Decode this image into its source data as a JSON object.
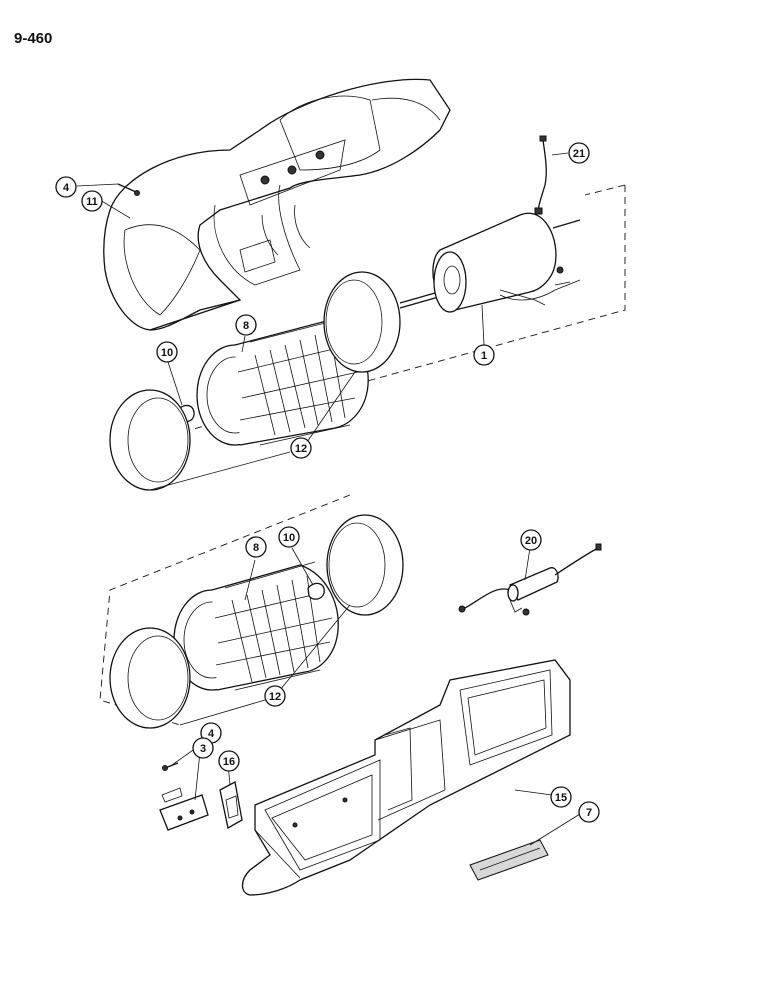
{
  "page": {
    "number": "9-460"
  },
  "callouts": {
    "c4_top": "4",
    "c11": "11",
    "c21": "21",
    "c8_top": "8",
    "c10_top": "10",
    "c1": "1",
    "c12_top": "12",
    "c20": "20",
    "c8_bottom": "8",
    "c10_bottom": "10",
    "c12_bottom": "12",
    "c4_bottom": "4",
    "c3": "3",
    "c16": "16",
    "c15": "15",
    "c7": "7"
  }
}
